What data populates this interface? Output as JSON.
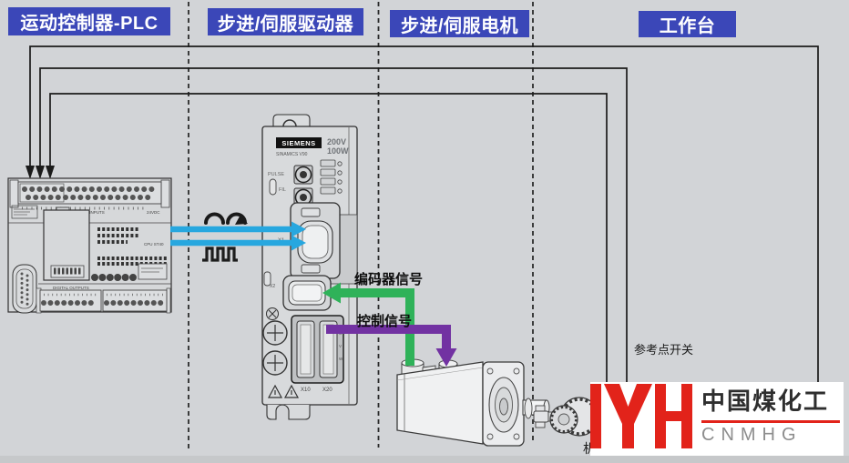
{
  "zones": {
    "plc": "运动控制器-PLC",
    "driver": "步进/伺服驱动器",
    "motor": "步进/伺服电机",
    "table": "工作台"
  },
  "signal_labels": {
    "encoder": "编码器信号",
    "control": "控制信号"
  },
  "annotations": {
    "reference_switch": "参考点开关",
    "partial_char": "机"
  },
  "drive": {
    "brand": "SIEMENS",
    "model": "SINAMICS V90",
    "voltage": "200V",
    "power": "100W",
    "pulse": "PULSE",
    "fil": "FIL",
    "x1": "X1",
    "x2": "X2",
    "x10": "X10",
    "x20": "X20",
    "phase_u": "U",
    "phase_v": "V",
    "phase_w": "W"
  },
  "plc": {
    "inputs_label": "DIGITAL INPUTS",
    "power_label": "24VDC",
    "outputs_label": "DIGITAL OUTPUTS",
    "cpu_label": "CPU ST40"
  },
  "logo": {
    "cn": "中国煤化工",
    "en": "CNMHG"
  },
  "colors": {
    "zone_label_bg": "#3b47b8",
    "pulse_arrow": "#27a7df",
    "encoder_arrow": "#2fb259",
    "control_arrow": "#7232a2",
    "wire_black": "#1b1b1b",
    "logo_red": "#e2231a"
  }
}
